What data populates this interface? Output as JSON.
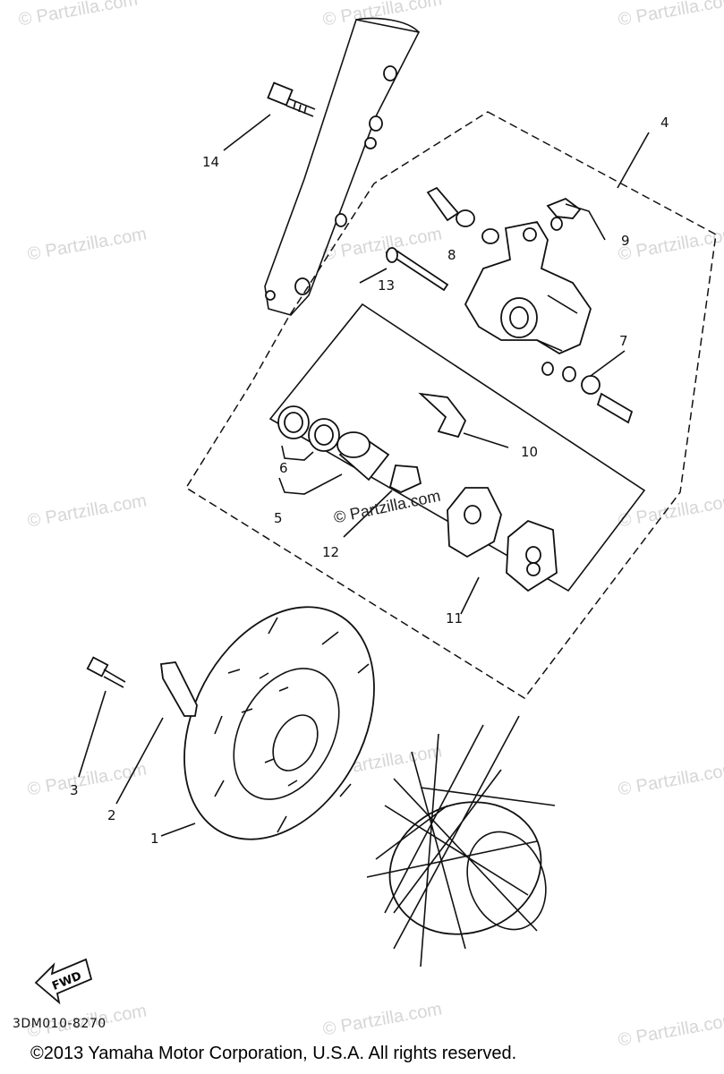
{
  "watermark": "© Partzilla.com",
  "watermark_overlay": "© Partzilla.com",
  "diagram_code": "3DM010-8270",
  "copyright": "©2013  Yamaha Motor Corporation, U.S.A. All rights reserved.",
  "fwd_label": "FWD",
  "callouts": [
    {
      "id": "1",
      "label": "1"
    },
    {
      "id": "2",
      "label": "2"
    },
    {
      "id": "3",
      "label": "3"
    },
    {
      "id": "4",
      "label": "4"
    },
    {
      "id": "5",
      "label": "5"
    },
    {
      "id": "6",
      "label": "6"
    },
    {
      "id": "7",
      "label": "7"
    },
    {
      "id": "8",
      "label": "8"
    },
    {
      "id": "9",
      "label": "9"
    },
    {
      "id": "10",
      "label": "10"
    },
    {
      "id": "11",
      "label": "11"
    },
    {
      "id": "12",
      "label": "12"
    },
    {
      "id": "13",
      "label": "13"
    },
    {
      "id": "14",
      "label": "14"
    }
  ]
}
